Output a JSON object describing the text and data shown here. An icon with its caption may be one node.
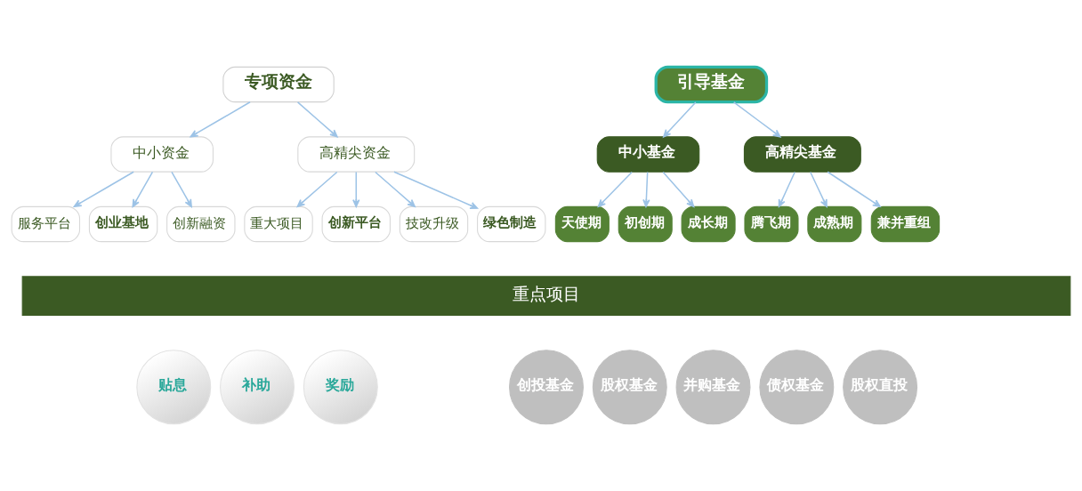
{
  "diagram": {
    "nodes": [
      {
        "text": [
          "专项资金"
        ]
      },
      {
        "text": [
          "引导基金"
        ]
      },
      {
        "text": [
          "中小资金"
        ]
      },
      {
        "text": [
          "高精尖资金"
        ]
      },
      {
        "text": [
          "中小基金"
        ]
      },
      {
        "text": [
          "高精尖基金"
        ]
      },
      {
        "text": [
          "服务平台"
        ]
      },
      {
        "text": [
          "创业基地"
        ]
      },
      {
        "text": [
          "创新融资"
        ]
      },
      {
        "text": [
          "重大项目"
        ]
      },
      {
        "text": [
          "创新平台"
        ]
      },
      {
        "text": [
          "技改升级"
        ]
      },
      {
        "text": [
          "绿色制造"
        ]
      },
      {
        "text": [
          "天使期"
        ]
      },
      {
        "text": [
          "初创期"
        ]
      },
      {
        "text": [
          "成长期"
        ]
      },
      {
        "text": [
          "腾飞期"
        ]
      },
      {
        "text": [
          "成熟期"
        ]
      },
      {
        "text": [
          "兼并重组"
        ]
      },
      {
        "text": [
          "重点项目"
        ]
      },
      {
        "text": [
          "贴息"
        ]
      },
      {
        "text": [
          "补助"
        ]
      },
      {
        "text": [
          "奖励"
        ]
      },
      {
        "text": [
          "创投基金"
        ]
      },
      {
        "text": [
          "股权基金"
        ]
      },
      {
        "text": [
          "并购基金"
        ]
      },
      {
        "text": [
          "债权基金"
        ]
      },
      {
        "text": [
          "股权直投"
        ]
      }
    ],
    "edges": [
      {
        "from": 0,
        "to": 2,
        "arrow": "to"
      },
      {
        "from": 0,
        "to": 3,
        "arrow": "to"
      },
      {
        "from": 1,
        "to": 4,
        "arrow": "to"
      },
      {
        "from": 1,
        "to": 5,
        "arrow": "to"
      },
      {
        "from": 2,
        "to": 6,
        "arrow": "to"
      },
      {
        "from": 2,
        "to": 7,
        "arrow": "to"
      },
      {
        "from": 2,
        "to": 8,
        "arrow": "to"
      },
      {
        "from": 3,
        "to": 9,
        "arrow": "to"
      },
      {
        "from": 3,
        "to": 10,
        "arrow": "to"
      },
      {
        "from": 3,
        "to": 11,
        "arrow": "to"
      },
      {
        "from": 3,
        "to": 12,
        "arrow": "to"
      },
      {
        "from": 4,
        "to": 13,
        "arrow": "to"
      },
      {
        "from": 4,
        "to": 14,
        "arrow": "to"
      },
      {
        "from": 4,
        "to": 15,
        "arrow": "to"
      },
      {
        "from": 5,
        "to": 16,
        "arrow": "to"
      },
      {
        "from": 5,
        "to": 17,
        "arrow": "to"
      },
      {
        "from": 5,
        "to": 18,
        "arrow": "to"
      }
    ]
  }
}
